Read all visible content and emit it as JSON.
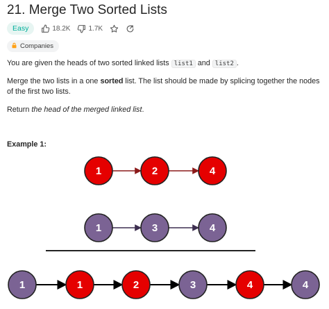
{
  "problem": {
    "title": "21. Merge Two Sorted Lists",
    "difficulty": "Easy",
    "likes": "18.2K",
    "dislikes": "1.7K",
    "companies_label": "Companies"
  },
  "description": {
    "p1_before": "You are given the heads of two sorted linked lists ",
    "p1_code1": "list1",
    "p1_mid": " and ",
    "p1_code2": "list2",
    "p1_after": ".",
    "p2_before": "Merge the two lists in a one ",
    "p2_bold": "sorted",
    "p2_after": " list. The list should be made by splicing together the nodes of the first two lists.",
    "p3_before": "Return ",
    "p3_italic": "the head of the merged linked list",
    "p3_after": "."
  },
  "example": {
    "label": "Example 1:",
    "list1": [
      "1",
      "2",
      "4"
    ],
    "list2": [
      "1",
      "3",
      "4"
    ],
    "merged": [
      "1",
      "1",
      "2",
      "3",
      "4",
      "4"
    ]
  },
  "colors": {
    "red_node": "#e50000",
    "purple_node": "#7b6394",
    "easy": "#00af9b"
  }
}
